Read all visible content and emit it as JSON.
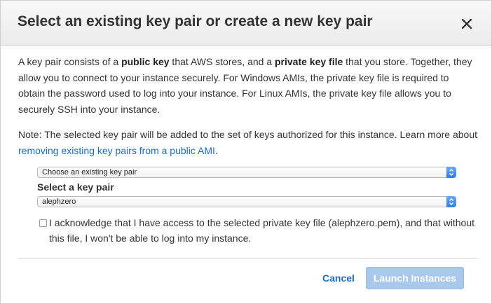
{
  "dialog": {
    "title": "Select an existing key pair or create a new key pair",
    "close_label": "Close"
  },
  "intro": {
    "part1": "A key pair consists of a ",
    "bold1": "public key",
    "part2": " that AWS stores, and a ",
    "bold2": "private key file",
    "part3": " that you store. Together, they allow you to connect to your instance securely. For Windows AMIs, the private key file is required to obtain the password used to log into your instance. For Linux AMIs, the private key file allows you to securely SSH into your instance."
  },
  "note": {
    "text": "Note: The selected key pair will be added to the set of keys authorized for this instance. Learn more about ",
    "link_text": "removing existing key pairs from a public AMI",
    "suffix": "."
  },
  "key_option_select": {
    "selected": "Choose an existing key pair"
  },
  "key_pair_select": {
    "label": "Select a key pair",
    "selected": "alephzero"
  },
  "acknowledge": {
    "checked": false,
    "text": "I acknowledge that I have access to the selected private key file (alephzero.pem), and that without this file, I won't be able to log into my instance."
  },
  "footer": {
    "cancel_label": "Cancel",
    "launch_label": "Launch Instances"
  },
  "colors": {
    "link": "#1a6ec1",
    "launch_disabled": "#a9c9ec",
    "select_arrow": "#2f7ee6"
  }
}
